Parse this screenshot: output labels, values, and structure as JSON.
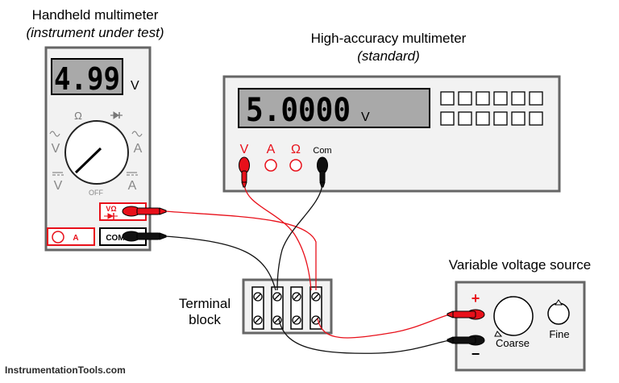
{
  "handheld": {
    "title": "Handheld multimeter",
    "subtitle": "(instrument under test)",
    "reading": "4.99",
    "unit": "V",
    "dial_ohm": "Ω",
    "dial_vac": "V",
    "dial_aac": "A",
    "dial_vdc": "V",
    "dial_adc": "A",
    "dial_off": "OFF",
    "jack_vohm": "VΩ",
    "jack_a": "A",
    "jack_com": "COM"
  },
  "standard": {
    "title": "High-accuracy multimeter",
    "subtitle": "(standard)",
    "reading": "5.0000",
    "unit": "V",
    "jack_v": "V",
    "jack_a": "A",
    "jack_ohm": "Ω",
    "jack_com": "Com"
  },
  "terminal": {
    "label_line1": "Terminal",
    "label_line2": "block"
  },
  "source": {
    "title": "Variable voltage source",
    "plus": "+",
    "minus": "−",
    "coarse": "Coarse",
    "fine": "Fine"
  },
  "watermark": "InstrumentationTools.com",
  "colors": {
    "red_wire": "#e8101a",
    "black_wire": "#111111",
    "display_bg": "#a9a9a9",
    "panel_bg": "#f2f2f2"
  }
}
